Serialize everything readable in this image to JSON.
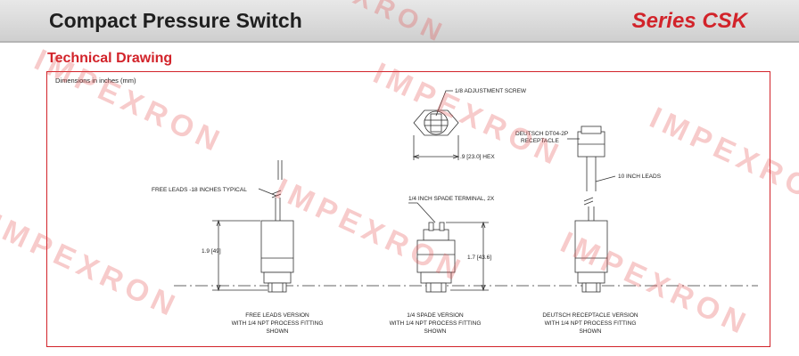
{
  "header": {
    "title": "Compact Pressure Switch",
    "series": "Series CSK"
  },
  "section": {
    "title": "Technical Drawing"
  },
  "dimensions_note": "Dimensions in inches (mm)",
  "drawing": {
    "top_view": {
      "adjustment_label": "1/8 ADJUSTMENT SCREW",
      "hex_label": ".9 [23.0] HEX"
    },
    "free_leads": {
      "leads_label": "FREE LEADS -18 INCHES TYPICAL",
      "height_label": "1.9 [49]",
      "caption": [
        "FREE LEADS VERSION",
        "WITH 1/4 NPT PROCESS FITTING",
        "SHOWN"
      ]
    },
    "spade": {
      "terminal_label": "1/4 INCH SPADE TERMINAL, 2X",
      "height_label": "1.7 [43.6]",
      "caption": [
        "1/4 SPADE VERSION",
        "WITH 1/4 NPT PROCESS FITTING",
        "SHOWN"
      ]
    },
    "deutsch": {
      "receptacle_label": [
        "DEUTSCH DT04-2P",
        "RECEPTACLE"
      ],
      "leads_label": "10 INCH LEADS",
      "caption": [
        "DEUTSCH RECEPTACLE VERSION",
        "WITH 1/4 NPT PROCESS FITTING",
        "SHOWN"
      ]
    }
  },
  "watermark": "IMPEXRON",
  "colors": {
    "accent": "#d2232a",
    "header_bg": "#d9d9d9"
  }
}
